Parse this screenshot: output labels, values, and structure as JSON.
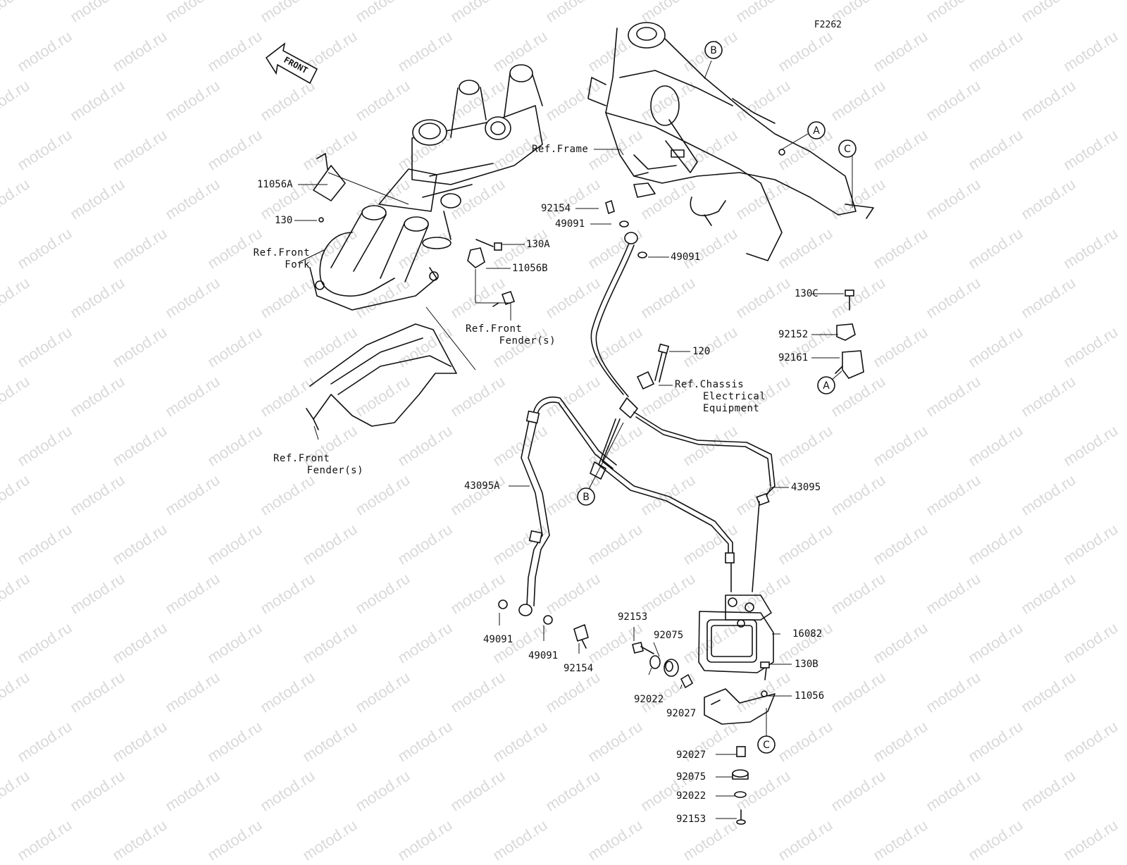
{
  "diagram_code": "F2262",
  "front_label": "FRONT",
  "watermark": "motod.ru",
  "part_labels": {
    "p11056A": "11056A",
    "p130": "130",
    "p130A": "130A",
    "p11056B": "11056B",
    "p92154_top": "92154",
    "p49091_a": "49091",
    "p49091_b": "49091",
    "p120": "120",
    "p130C": "130C",
    "p92152": "92152",
    "p92161": "92161",
    "p43095A": "43095A",
    "p43095": "43095",
    "p49091_c": "49091",
    "p49091_d": "49091",
    "p92154_bottom": "92154",
    "p92153_a": "92153",
    "p92075_a": "92075",
    "p92022_a": "92022",
    "p92027_a": "92027",
    "p16082": "16082",
    "p130B": "130B",
    "p11056": "11056",
    "p92027_b": "92027",
    "p92075_b": "92075",
    "p92022_b": "92022",
    "p92153_b": "92153"
  },
  "ref_labels": {
    "front_fork": [
      "Ref.Front",
      "Fork"
    ],
    "front_fender_a": [
      "Ref.Front",
      "Fender(s)"
    ],
    "front_fender_b": [
      "Ref.Front",
      "Fender(s)"
    ],
    "frame": "Ref.Frame",
    "chassis_electrical": [
      "Ref.Chassis",
      "Electrical",
      "Equipment"
    ]
  },
  "callouts": {
    "a_frame": "A",
    "a_bracket": "A",
    "b_frame": "B",
    "b_hose": "B",
    "c_frame": "C",
    "c_bracket": "C"
  }
}
